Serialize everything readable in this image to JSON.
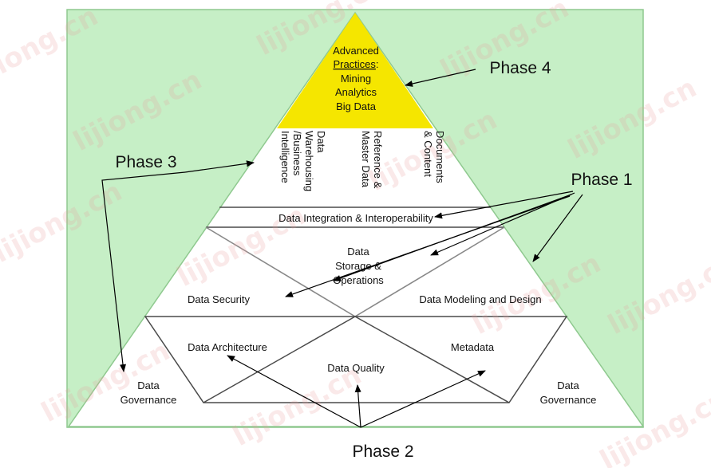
{
  "colors": {
    "background": "#ffffff",
    "outer_fill": "#c6efc6",
    "outer_border": "#8fc98f",
    "pyramid_fill": "#ffffff",
    "apex_fill": "#f5e600",
    "line": "#4a4a4a",
    "cross_line": "#888888",
    "watermark": "#e9a0a0"
  },
  "watermark": "lijiong.cn",
  "apex": {
    "line1": "Advanced",
    "line2": "Practices",
    "line2_suffix": ":",
    "line3": "Mining",
    "line4": "Analytics",
    "line5": "Big Data"
  },
  "phase3_columns": {
    "col1": [
      "Data",
      "Warehousing",
      "/Business",
      "Intelligence"
    ],
    "col2": [
      "Reference &",
      "Master Data"
    ],
    "col3": [
      "Documents",
      "& Content"
    ]
  },
  "integration_band": "Data Integration  &  Interoperability",
  "middle": {
    "storage": [
      "Data",
      "Storage &",
      "Operations"
    ],
    "security": "Data Security",
    "modeling": "Data Modeling  and  Design"
  },
  "bottom": {
    "architecture": "Data Architecture",
    "quality": "Data Quality",
    "metadata": "Metadata",
    "governance_left": [
      "Data",
      "Governance"
    ],
    "governance_right": [
      "Data",
      "Governance"
    ]
  },
  "phases": {
    "phase1": "Phase 1",
    "phase2": "Phase 2",
    "phase3": "Phase 3",
    "phase4": "Phase 4"
  }
}
